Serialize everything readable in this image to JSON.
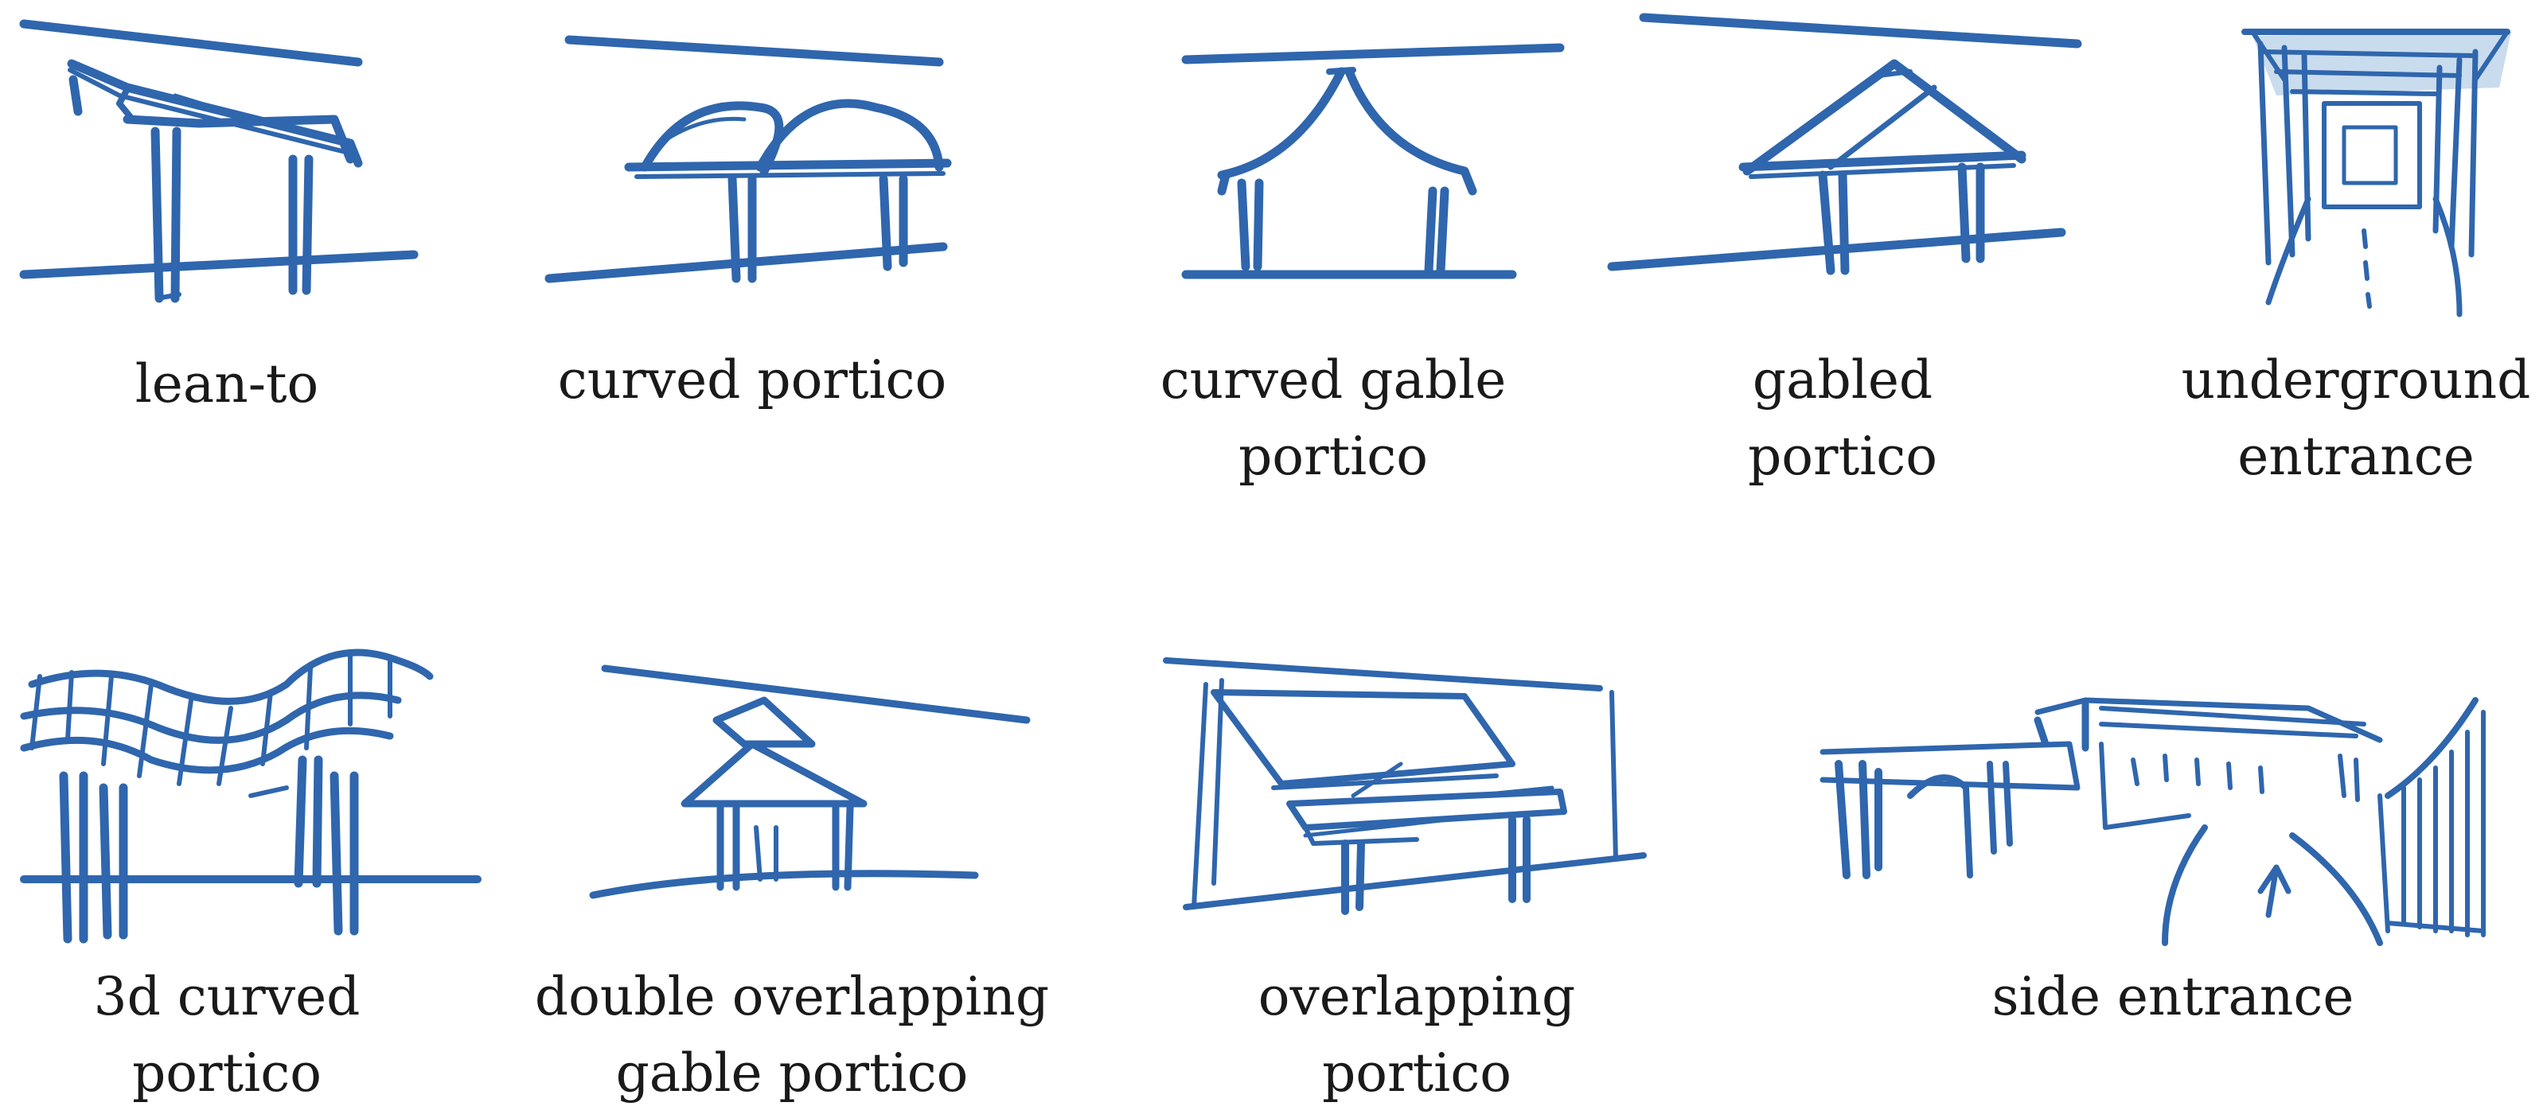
{
  "ink_color": "#2f66ad",
  "roof_wash_color": "#c9dcee",
  "items": [
    {
      "icon": "lean-to-sketch-icon",
      "lines": [
        "lean-to"
      ]
    },
    {
      "icon": "curved-portico-sketch-icon",
      "lines": [
        "curved portico"
      ]
    },
    {
      "icon": "curved-gable-portico-sketch-icon",
      "lines": [
        "curved gable",
        "portico"
      ]
    },
    {
      "icon": "gabled-portico-sketch-icon",
      "lines": [
        "gabled",
        "portico"
      ]
    },
    {
      "icon": "underground-entrance-sketch-icon",
      "lines": [
        "underground",
        "entrance"
      ]
    },
    {
      "icon": "3d-curved-portico-sketch-icon",
      "lines": [
        "3d curved",
        "portico"
      ]
    },
    {
      "icon": "double-overlapping-gable-portico-sketch-icon",
      "lines": [
        "double overlapping",
        "gable portico"
      ]
    },
    {
      "icon": "overlapping-portico-sketch-icon",
      "lines": [
        "overlapping",
        "portico"
      ]
    },
    {
      "icon": "side-entrance-sketch-icon",
      "lines": [
        "side entrance"
      ]
    }
  ]
}
